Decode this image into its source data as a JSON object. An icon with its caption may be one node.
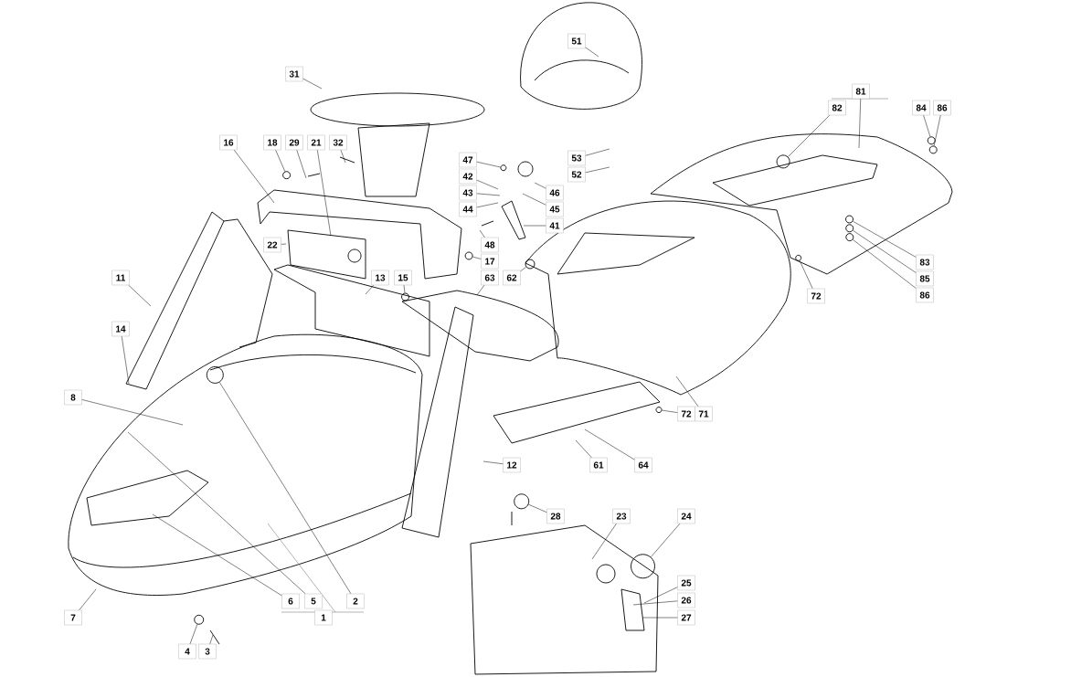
{
  "diagram": {
    "nodes": [
      {
        "text": [
          "51"
        ]
      },
      {
        "text": [
          "31"
        ]
      },
      {
        "text": [
          "81"
        ]
      },
      {
        "text": [
          "82"
        ]
      },
      {
        "text": [
          "84"
        ]
      },
      {
        "text": [
          "86"
        ]
      },
      {
        "text": [
          "16"
        ]
      },
      {
        "text": [
          "18"
        ]
      },
      {
        "text": [
          "29"
        ]
      },
      {
        "text": [
          "21"
        ]
      },
      {
        "text": [
          "32"
        ]
      },
      {
        "text": [
          "47"
        ]
      },
      {
        "text": [
          "53"
        ]
      },
      {
        "text": [
          "42"
        ]
      },
      {
        "text": [
          "52"
        ]
      },
      {
        "text": [
          "43"
        ]
      },
      {
        "text": [
          "46"
        ]
      },
      {
        "text": [
          "44"
        ]
      },
      {
        "text": [
          "45"
        ]
      },
      {
        "text": [
          "41"
        ]
      },
      {
        "text": [
          "22"
        ]
      },
      {
        "text": [
          "48"
        ]
      },
      {
        "text": [
          "17"
        ]
      },
      {
        "text": [
          "11"
        ]
      },
      {
        "text": [
          "13"
        ]
      },
      {
        "text": [
          "15"
        ]
      },
      {
        "text": [
          "63"
        ]
      },
      {
        "text": [
          "62"
        ]
      },
      {
        "text": [
          "83"
        ]
      },
      {
        "text": [
          "85"
        ]
      },
      {
        "text": [
          "72"
        ]
      },
      {
        "text": [
          "86"
        ]
      },
      {
        "text": [
          "14"
        ]
      },
      {
        "text": [
          "8"
        ]
      },
      {
        "text": [
          "72"
        ]
      },
      {
        "text": [
          "71"
        ]
      },
      {
        "text": [
          "12"
        ]
      },
      {
        "text": [
          "61"
        ]
      },
      {
        "text": [
          "64"
        ]
      },
      {
        "text": [
          "28"
        ]
      },
      {
        "text": [
          "23"
        ]
      },
      {
        "text": [
          "24"
        ]
      },
      {
        "text": [
          "25"
        ]
      },
      {
        "text": [
          "26"
        ]
      },
      {
        "text": [
          "27"
        ]
      },
      {
        "text": [
          "6"
        ]
      },
      {
        "text": [
          "5"
        ]
      },
      {
        "text": [
          "2"
        ]
      },
      {
        "text": [
          "7"
        ]
      },
      {
        "text": [
          "1"
        ]
      },
      {
        "text": [
          "4"
        ]
      },
      {
        "text": [
          "3"
        ]
      },
      {
        "text": [],
        "shape": "circle"
      },
      {
        "text": [],
        "shape": "circle"
      },
      {
        "text": [],
        "shape": "circle"
      },
      {
        "text": [],
        "shape": "circle"
      },
      {
        "text": [],
        "shape": "circle"
      },
      {
        "text": [],
        "shape": "circle"
      },
      {
        "text": [],
        "shape": "circle"
      },
      {
        "text": [],
        "shape": "circle"
      },
      {
        "text": [],
        "shape": "circle"
      },
      {
        "text": [],
        "shape": "circle"
      },
      {
        "text": [],
        "shape": "circle"
      },
      {
        "text": [],
        "shape": "circle"
      },
      {
        "text": [],
        "shape": "circle"
      },
      {
        "text": [],
        "shape": "circle"
      },
      {
        "text": [],
        "shape": "circle"
      },
      {
        "text": [],
        "shape": "circle"
      },
      {
        "text": [],
        "shape": "circle"
      }
    ],
    "edges": [
      {
        "from": 0,
        "to": null,
        "arrow": "none"
      },
      {
        "from": 1,
        "to": null,
        "arrow": "none"
      },
      {
        "from": 2,
        "to": null,
        "arrow": "none"
      },
      {
        "from": 3,
        "to": 62,
        "arrow": "none"
      },
      {
        "from": 4,
        "to": 67,
        "arrow": "none"
      },
      {
        "from": 5,
        "to": 68,
        "arrow": "none"
      },
      {
        "from": 6,
        "to": null,
        "arrow": "none"
      },
      {
        "from": 7,
        "to": 54,
        "arrow": "none"
      },
      {
        "from": 8,
        "to": null,
        "arrow": "none"
      },
      {
        "from": 9,
        "to": null,
        "arrow": "none"
      },
      {
        "from": 10,
        "to": null,
        "arrow": "none"
      },
      {
        "from": 11,
        "to": 57,
        "arrow": "none"
      },
      {
        "from": 12,
        "to": null,
        "arrow": "none"
      },
      {
        "from": 13,
        "to": null,
        "arrow": "none"
      },
      {
        "from": 14,
        "to": null,
        "arrow": "none"
      },
      {
        "from": 15,
        "to": null,
        "arrow": "none"
      },
      {
        "from": 16,
        "to": null,
        "arrow": "none"
      },
      {
        "from": 17,
        "to": null,
        "arrow": "none"
      },
      {
        "from": 18,
        "to": null,
        "arrow": "none"
      },
      {
        "from": 19,
        "to": null,
        "arrow": "none"
      },
      {
        "from": 20,
        "to": null,
        "arrow": "none"
      },
      {
        "from": 21,
        "to": null,
        "arrow": "none"
      },
      {
        "from": 22,
        "to": 56,
        "arrow": "none"
      },
      {
        "from": 23,
        "to": null,
        "arrow": "none"
      },
      {
        "from": 24,
        "to": null,
        "arrow": "none"
      },
      {
        "from": 25,
        "to": 55,
        "arrow": "none"
      },
      {
        "from": 26,
        "to": null,
        "arrow": "none"
      },
      {
        "from": 27,
        "to": 58,
        "arrow": "none"
      },
      {
        "from": 28,
        "to": 64,
        "arrow": "none"
      },
      {
        "from": 29,
        "to": 65,
        "arrow": "none"
      },
      {
        "from": 30,
        "to": 63,
        "arrow": "none"
      },
      {
        "from": 31,
        "to": 66,
        "arrow": "none"
      },
      {
        "from": 32,
        "to": null,
        "arrow": "none"
      },
      {
        "from": 33,
        "to": null,
        "arrow": "none"
      },
      {
        "from": 34,
        "to": 61,
        "arrow": "none"
      },
      {
        "from": 35,
        "to": null,
        "arrow": "none"
      },
      {
        "from": 36,
        "to": null,
        "arrow": "none"
      },
      {
        "from": 37,
        "to": null,
        "arrow": "none"
      },
      {
        "from": 38,
        "to": null,
        "arrow": "none"
      },
      {
        "from": 39,
        "to": 59,
        "arrow": "none"
      },
      {
        "from": 40,
        "to": null,
        "arrow": "none"
      },
      {
        "from": 41,
        "to": 60,
        "arrow": "none"
      },
      {
        "from": 42,
        "to": null,
        "arrow": "none"
      },
      {
        "from": 43,
        "to": null,
        "arrow": "none"
      },
      {
        "from": 44,
        "to": null,
        "arrow": "none"
      },
      {
        "from": 45,
        "to": null,
        "arrow": "none"
      },
      {
        "from": 46,
        "to": null,
        "arrow": "none"
      },
      {
        "from": 47,
        "to": 53,
        "arrow": "none"
      },
      {
        "from": 48,
        "to": null,
        "arrow": "none"
      },
      {
        "from": 50,
        "to": 52,
        "arrow": "none"
      },
      {
        "from": 51,
        "to": null,
        "arrow": "none"
      }
    ]
  }
}
